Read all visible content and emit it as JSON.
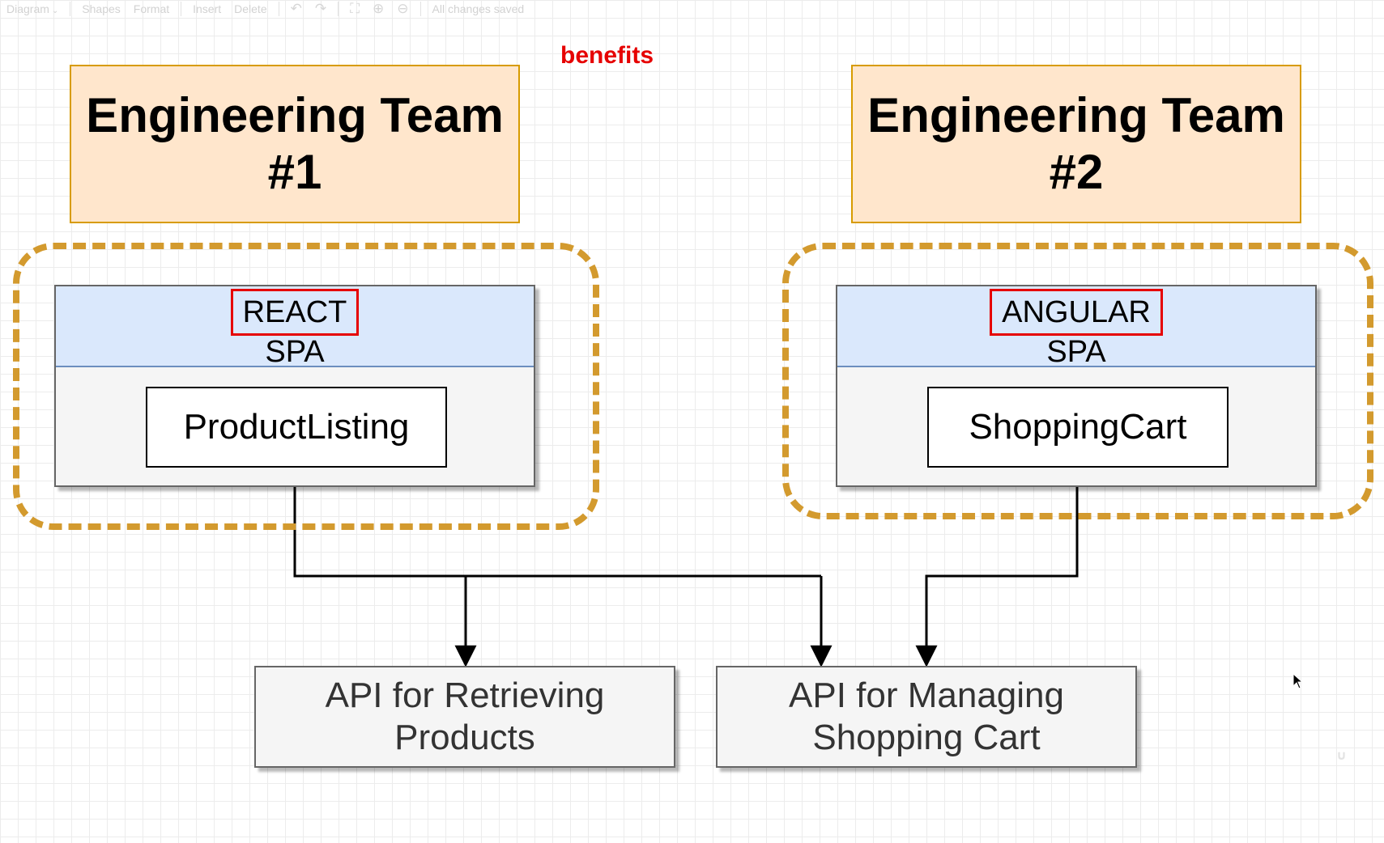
{
  "toolbar": {
    "diagram": "Diagram",
    "shapes": "Shapes",
    "format": "Format",
    "insert": "Insert",
    "delete": "Delete",
    "status": "All changes saved"
  },
  "annotation": {
    "benefits": "benefits"
  },
  "team1": {
    "title": "Engineering Team\n#1",
    "framework": "REACT",
    "app_type": "SPA",
    "component": "ProductListing"
  },
  "team2": {
    "title": "Engineering Team\n#2",
    "framework": "ANGULAR",
    "app_type": "SPA",
    "component": "ShoppingCart"
  },
  "apis": {
    "products": "API for Retrieving\nProducts",
    "cart": "API for Managing\nShopping Cart"
  },
  "colors": {
    "team_fill": "#ffe6cc",
    "team_border": "#d79b00",
    "dash_border": "#d39a2e",
    "spa_header_fill": "#dae8fc",
    "highlight_red": "#e60000"
  }
}
